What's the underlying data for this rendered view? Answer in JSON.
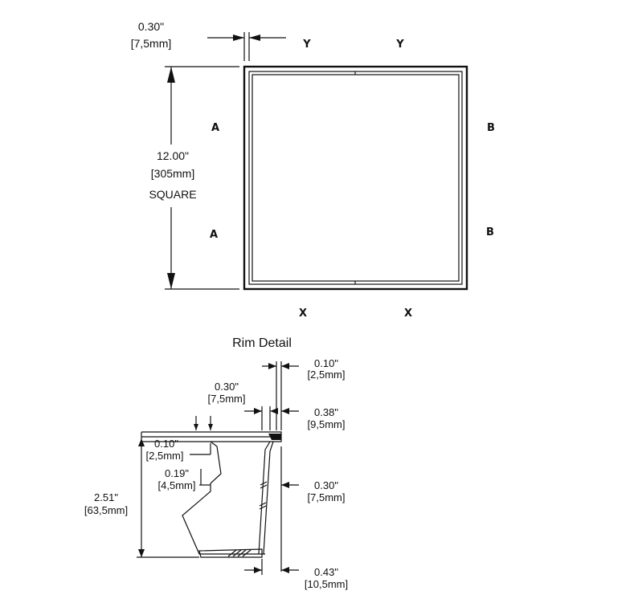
{
  "plan_view": {
    "rim_width": {
      "imperial": "0.30\"",
      "metric": "[7,5mm]"
    },
    "size": {
      "imperial": "12.00\"",
      "metric": "[305mm]",
      "shape": "SQUARE"
    },
    "section_labels": {
      "top_left": "Y",
      "top_right": "Y",
      "left_upper": "A",
      "left_lower": "A",
      "right_upper": "B",
      "right_lower": "B",
      "bottom_left": "X",
      "bottom_right": "X"
    }
  },
  "rim_detail": {
    "title": "Rim Detail",
    "flange_thickness": {
      "imperial": "0.10\"",
      "metric": "[2,5mm]"
    },
    "inner_offset": {
      "imperial": "0.30\"",
      "metric": "[7,5mm]"
    },
    "lip_width": {
      "imperial": "0.38\"",
      "metric": "[9,5mm]"
    },
    "top_step": {
      "imperial": "0.10\"",
      "metric": "[2,5mm]"
    },
    "notch_depth": {
      "imperial": "0.19\"",
      "metric": "[4,5mm]"
    },
    "overall_height": {
      "imperial": "2.51\"",
      "metric": "[63,5mm]"
    },
    "wall_offset": {
      "imperial": "0.30\"",
      "metric": "[7,5mm]"
    },
    "base_offset": {
      "imperial": "0.43\"",
      "metric": "[10,5mm]"
    }
  }
}
